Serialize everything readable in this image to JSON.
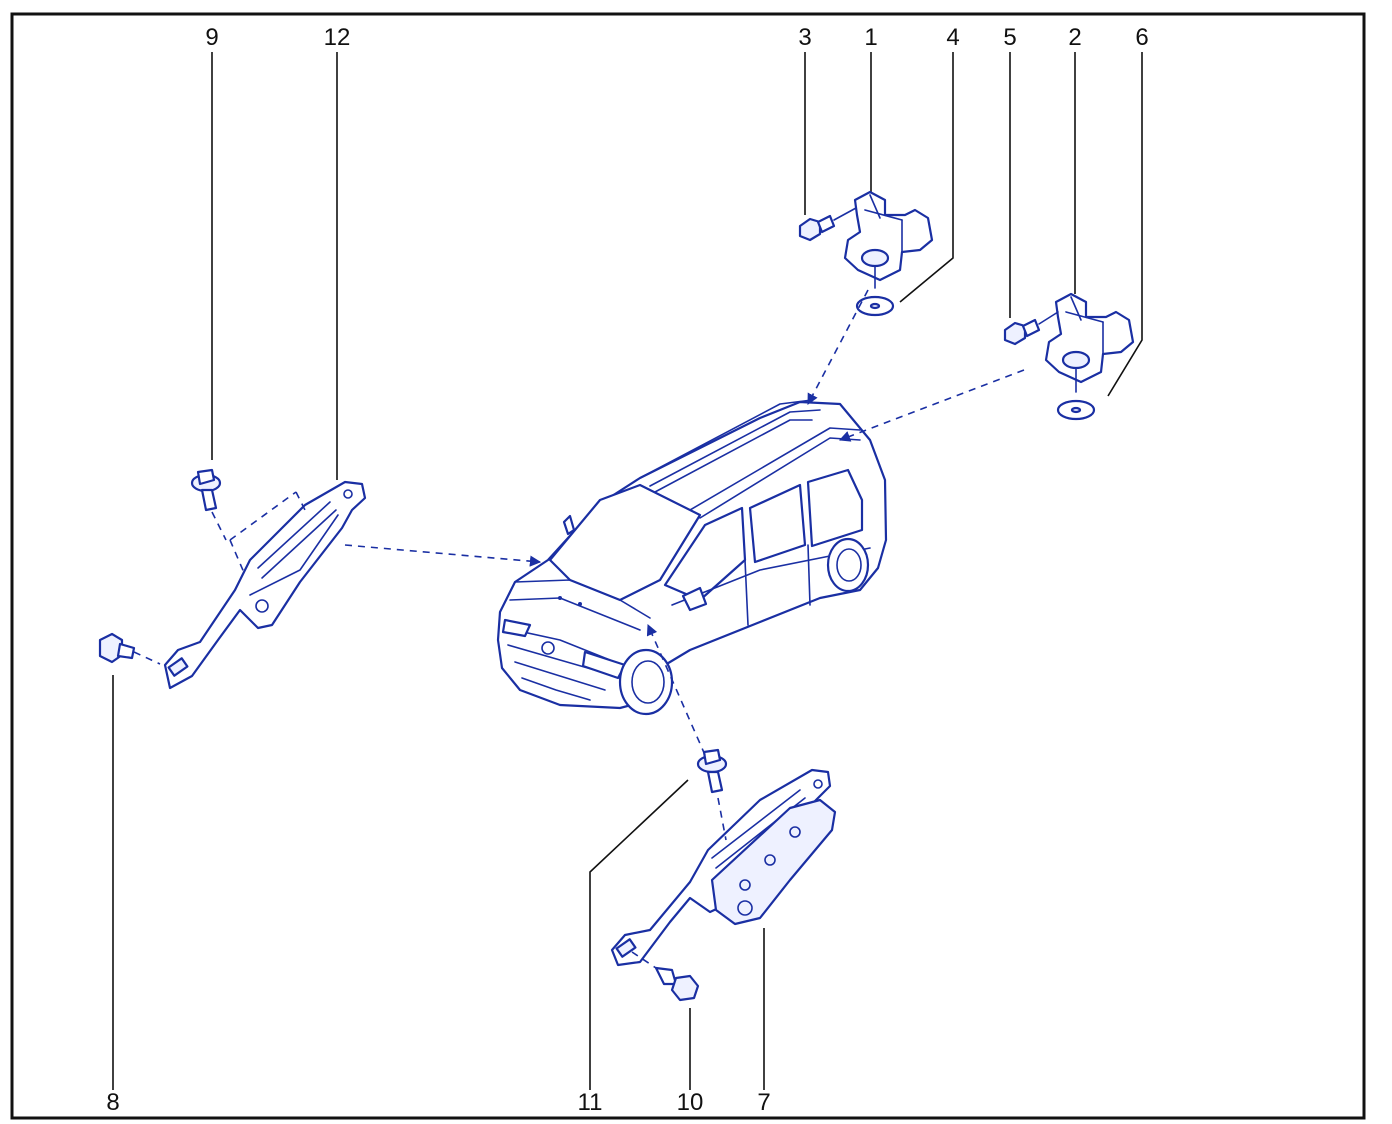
{
  "colors": {
    "line_art": "#1a2fa3",
    "callouts": "#111111",
    "background": "#ffffff"
  },
  "callouts": {
    "c1": "1",
    "c2": "2",
    "c3": "3",
    "c4": "4",
    "c5": "5",
    "c6": "6",
    "c7": "7",
    "c8": "8",
    "c9": "9",
    "c10": "10",
    "c11": "11",
    "c12": "12"
  }
}
